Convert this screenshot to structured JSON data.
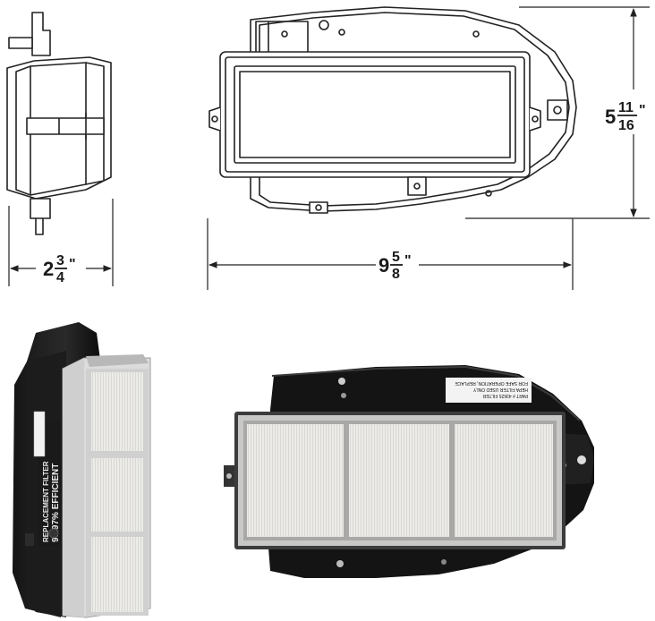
{
  "dimensions": {
    "depth": {
      "whole": "2",
      "numerator": "3",
      "denominator": "4",
      "unit": "\""
    },
    "length": {
      "whole": "9",
      "numerator": "5",
      "denominator": "8",
      "unit": "\""
    },
    "height": {
      "whole": "5",
      "numerator": "11",
      "denominator": "16",
      "unit": "\""
    }
  },
  "filter_label": {
    "line1": "REPLACEMENT FILTER",
    "line2": "99.97% EFFICIENT"
  },
  "part_label": {
    "line1": "PART # 43625 FILTER",
    "line2": "HEPA FILTER USED ONLY",
    "line3": "FOR SAFE OPERATION, REPLACE"
  }
}
